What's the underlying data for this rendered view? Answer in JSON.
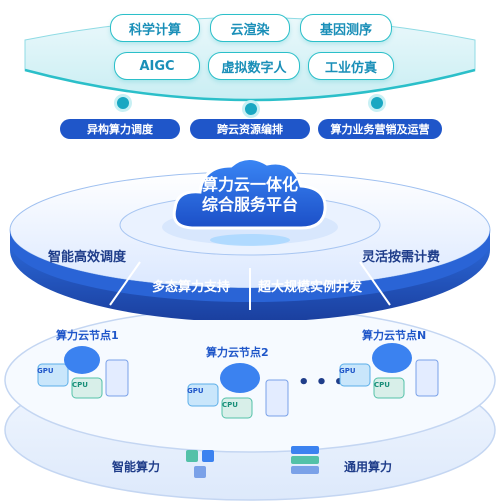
{
  "top_apps": [
    "科学计算",
    "云渲染",
    "基因测序",
    "AIGC",
    "虚拟数字人",
    "工业仿真"
  ],
  "mid_tags": [
    "异构算力调度",
    "跨云资源编排",
    "算力业务营销及运营"
  ],
  "center": {
    "line1": "算力云一体化",
    "line2": "综合服务平台"
  },
  "ring": {
    "left": "智能高效调度",
    "right": "灵活按需计费",
    "seg1": "多态算力支持",
    "seg2": "超大规模实例并发"
  },
  "nodes": [
    "算力云节点1",
    "算力云节点2",
    "算力云节点N"
  ],
  "node_dots": "• • •",
  "chip_gpu": "GPU",
  "chip_cpu": "CPU",
  "bottom": {
    "left": "智能算力",
    "right": "通用算力"
  },
  "colors": {
    "accent": "#1f56c9",
    "teal": "#2bbfc9",
    "light": "#e8f3ff"
  }
}
